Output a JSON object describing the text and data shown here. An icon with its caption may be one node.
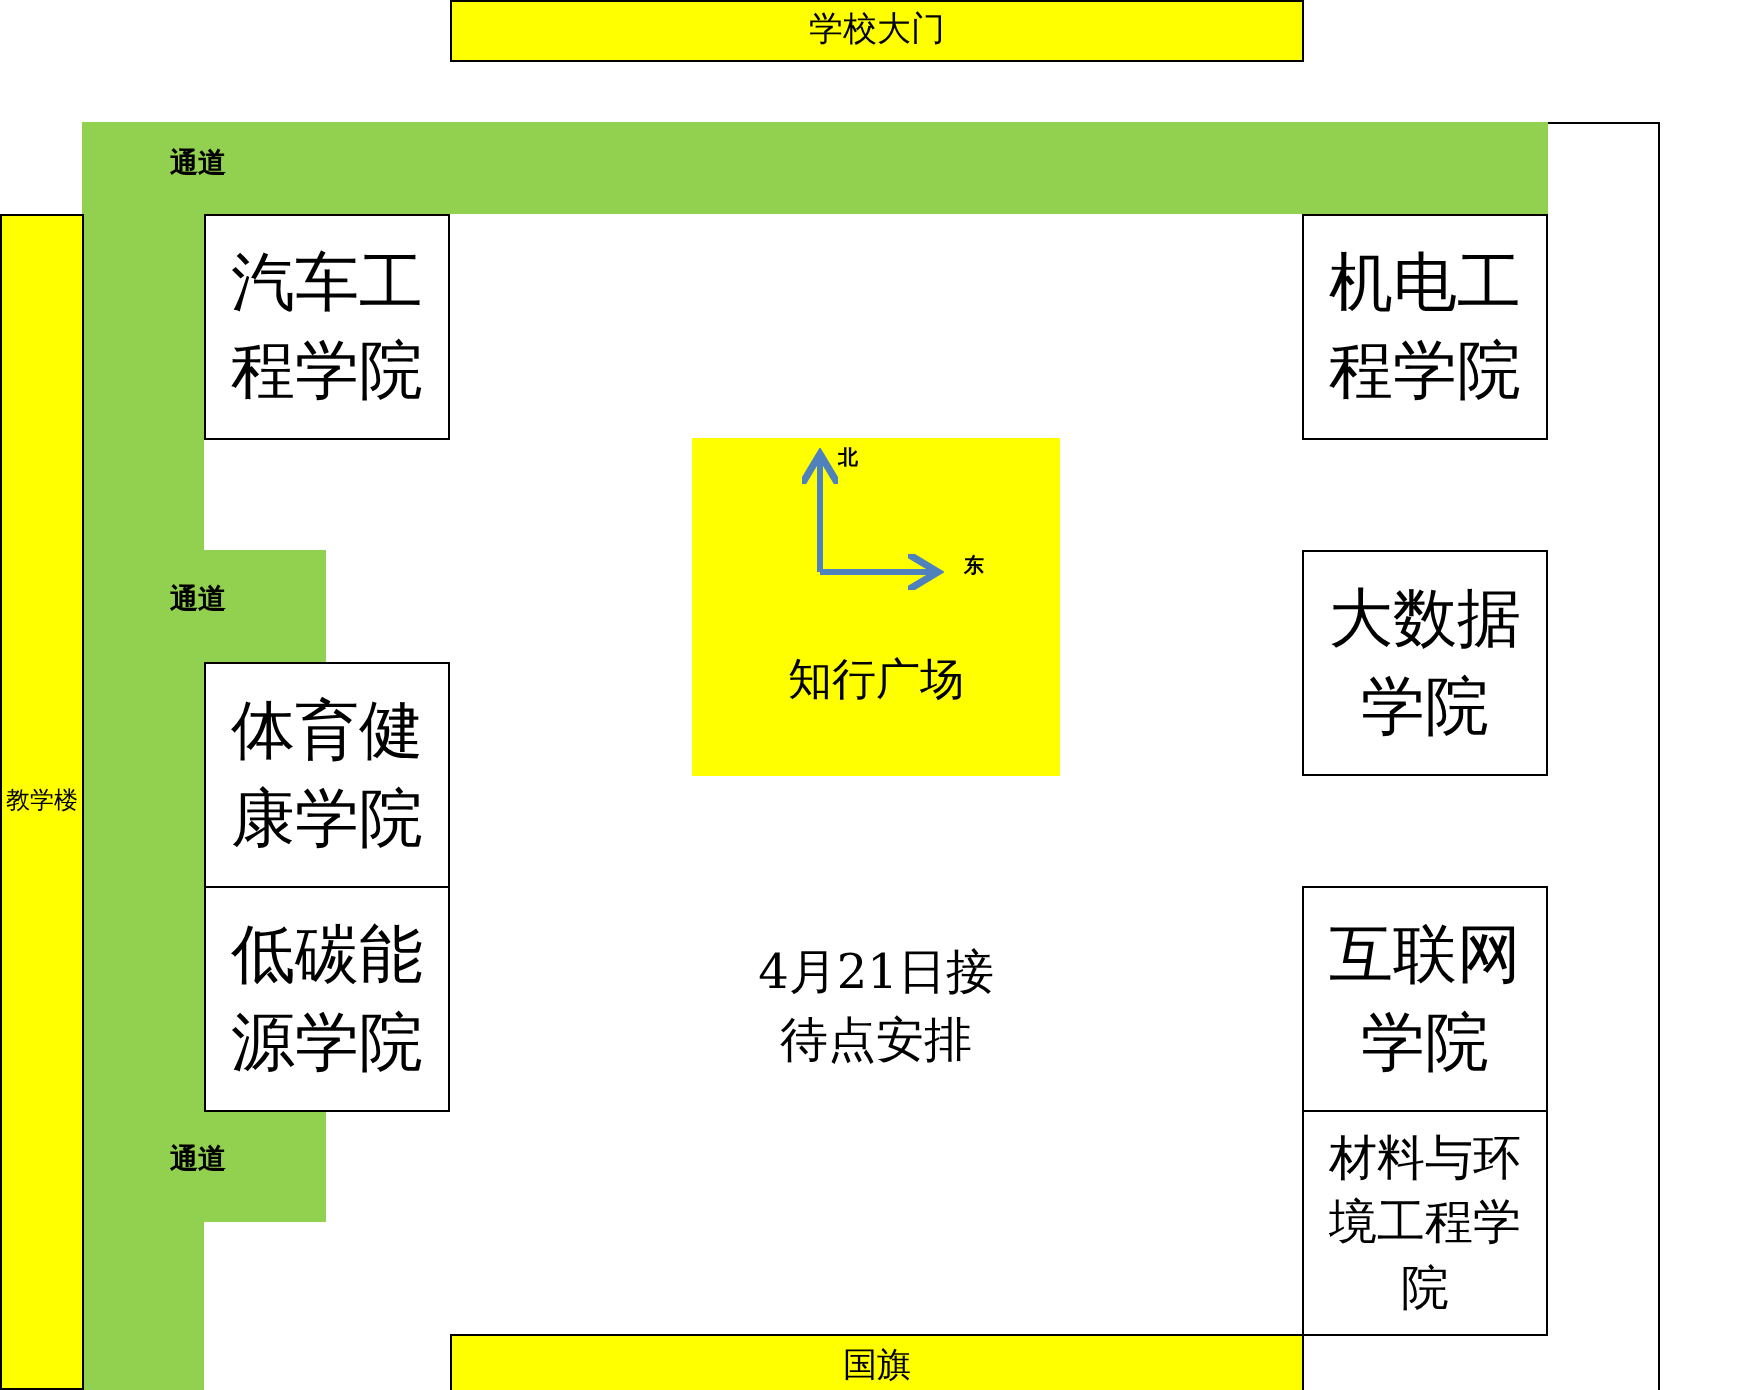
{
  "diagram": {
    "nodes": [
      {
        "text": [
          "学校大门"
        ]
      },
      {
        "text": [
          "通道",
          "通道",
          "通道"
        ]
      },
      {
        "text": [
          "教学楼"
        ]
      },
      {
        "text": [
          "汽车工程学院"
        ]
      },
      {
        "text": [
          "机电工程学院"
        ]
      },
      {
        "text": [
          "知行广场"
        ]
      },
      {
        "text": [
          "大数据学院"
        ]
      },
      {
        "text": [
          "体育健康学院"
        ]
      },
      {
        "text": [
          "低碳能源学院"
        ]
      },
      {
        "text": [
          "互联网学院"
        ]
      },
      {
        "text": [
          "材料与环境工程学院"
        ]
      },
      {
        "text": [
          "国旗"
        ]
      }
    ],
    "edges": [],
    "labels": [
      "北",
      "东",
      "4月21日接待点安排"
    ]
  }
}
